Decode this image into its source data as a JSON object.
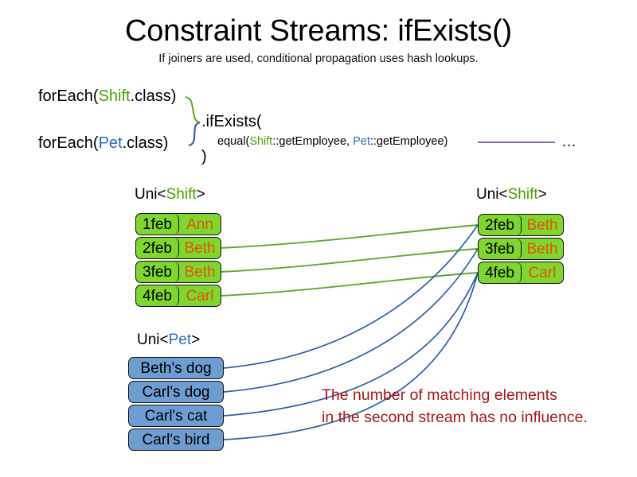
{
  "slide": {
    "title": "Constraint Streams: ifExists()",
    "subtitle": "If joiners are used, conditional propagation uses hash lookups.",
    "background_color": "#ffffff"
  },
  "colors": {
    "shift_green": "#46A302",
    "pet_blue": "#2A6BBF",
    "box_green_fill": "#7FD62F",
    "box_blue_fill": "#6D9DD1",
    "name_orange": "#E2540E",
    "annotation_red": "#A81818",
    "wire_green": "#62A832",
    "wire_blue": "#2F5FA0",
    "rule_purple": "#8B6E9B"
  },
  "code": {
    "foreach_shift": {
      "prefix": "forEach(",
      "type": "Shift",
      "suffix": ".class)"
    },
    "foreach_pet": {
      "prefix": "forEach(",
      "type": "Pet",
      "suffix": ".class)"
    },
    "ifexists_open": ".ifExists(",
    "ifexists_close": ")",
    "joiner": {
      "prefix": "equal(",
      "left_type": "Shift",
      "left_method": "::getEmployee, ",
      "right_type": "Pet",
      "right_method": "::getEmployee)"
    },
    "ellipsis": "…"
  },
  "streams": {
    "left_shift": {
      "caption_prefix": "Uni<",
      "caption_type": "Shift",
      "caption_suffix": ">",
      "rows": [
        {
          "date": "1feb",
          "name": "Ann"
        },
        {
          "date": "2feb",
          "name": "Beth"
        },
        {
          "date": "3feb",
          "name": "Beth"
        },
        {
          "date": "4feb",
          "name": "Carl"
        }
      ]
    },
    "right_shift": {
      "caption_prefix": "Uni<",
      "caption_type": "Shift",
      "caption_suffix": ">",
      "rows": [
        {
          "date": "2feb",
          "name": "Beth"
        },
        {
          "date": "3feb",
          "name": "Beth"
        },
        {
          "date": "4feb",
          "name": "Carl"
        }
      ]
    },
    "left_pet": {
      "caption_prefix": "Uni<",
      "caption_type": "Pet",
      "caption_suffix": ">",
      "rows": [
        {
          "label": "Beth's dog"
        },
        {
          "label": "Carl's dog"
        },
        {
          "label": "Carl's cat"
        },
        {
          "label": "Carl's bird"
        }
      ]
    }
  },
  "annotation": {
    "line1": "The number of matching elements",
    "line2": "in the second stream has no influence."
  }
}
